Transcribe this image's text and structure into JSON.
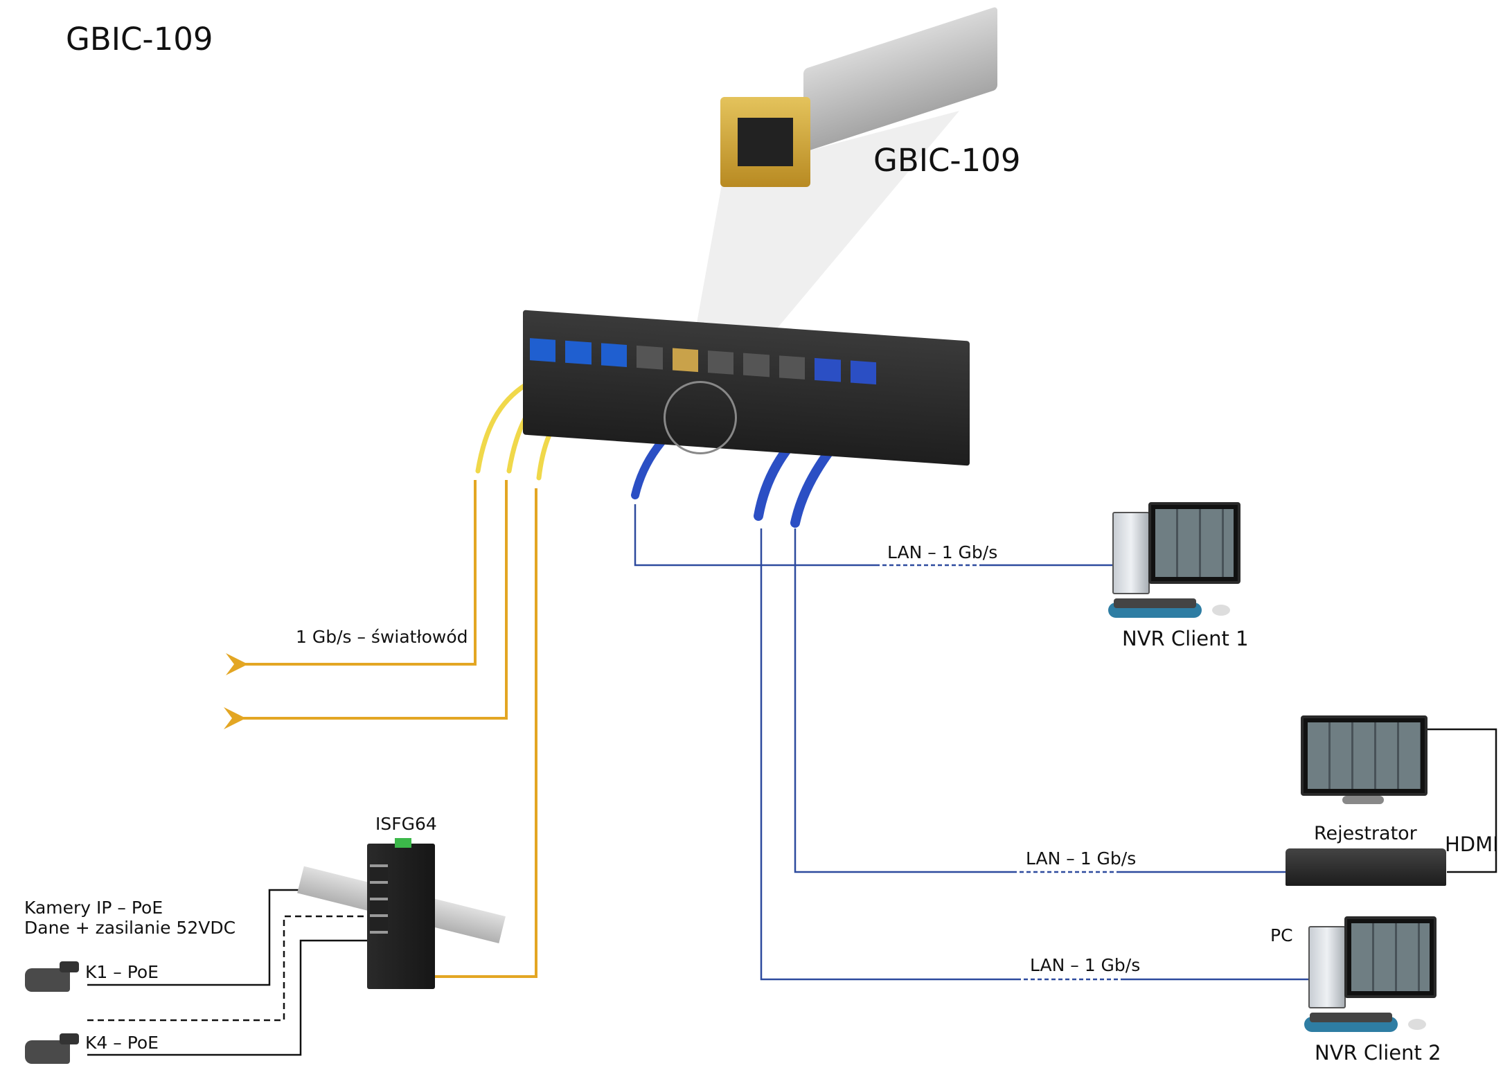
{
  "title": "GBIC-109",
  "module_label": "GBIC-109",
  "fiber_label": "1 Gb/s – światłowód",
  "links": [
    {
      "label": "LAN – 1 Gb/s"
    },
    {
      "label": "LAN – 1 Gb/s"
    },
    {
      "label": "LAN – 1 Gb/s"
    }
  ],
  "devices": {
    "nvr_client_1": "NVR Client 1",
    "recorder": "Rejestrator",
    "hdmi": "HDMI",
    "pc": "PC",
    "nvr_client_2": "NVR Client 2",
    "isfg": "ISFG64"
  },
  "cameras": {
    "heading_line1": "Kamery IP – PoE",
    "heading_line2": "Dane + zasilanie 52VDC",
    "k1": "K1 – PoE",
    "k4": "K4 – PoE"
  },
  "colors": {
    "fiber": "#e3a623",
    "lan": "#2d4a9e",
    "poe": "#111111"
  }
}
